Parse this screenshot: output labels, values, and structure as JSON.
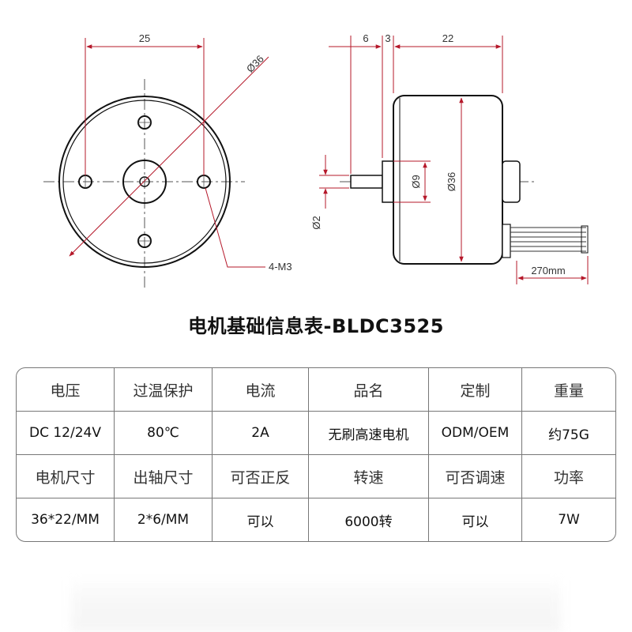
{
  "drawing": {
    "front_view": {
      "width_dim": "25",
      "diameter_label": "Ø36",
      "hole_label": "4-M3"
    },
    "side_view": {
      "dim_a": "6",
      "dim_b": "3",
      "dim_c": "22",
      "shaft_dia": "Ø2",
      "boss_dia": "Ø9",
      "body_dia": "Ø36",
      "lead_length": "270mm"
    },
    "colors": {
      "dimension": "#b5182a",
      "outline": "#111111",
      "center_line": "#555555"
    }
  },
  "title": "电机基础信息表-BLDC3525",
  "table": {
    "rows": [
      [
        "电压",
        "过温保护",
        "电流",
        "品名",
        "定制",
        "重量"
      ],
      [
        "DC 12/24V",
        "80℃",
        "2A",
        "无刷高速电机",
        "ODM/OEM",
        "约75G"
      ],
      [
        "电机尺寸",
        "出轴尺寸",
        "可否正反",
        "转速",
        "可否调速",
        "功率"
      ],
      [
        "36*22/MM",
        "2*6/MM",
        "可以",
        "6000转",
        "可以",
        "7W"
      ]
    ]
  }
}
